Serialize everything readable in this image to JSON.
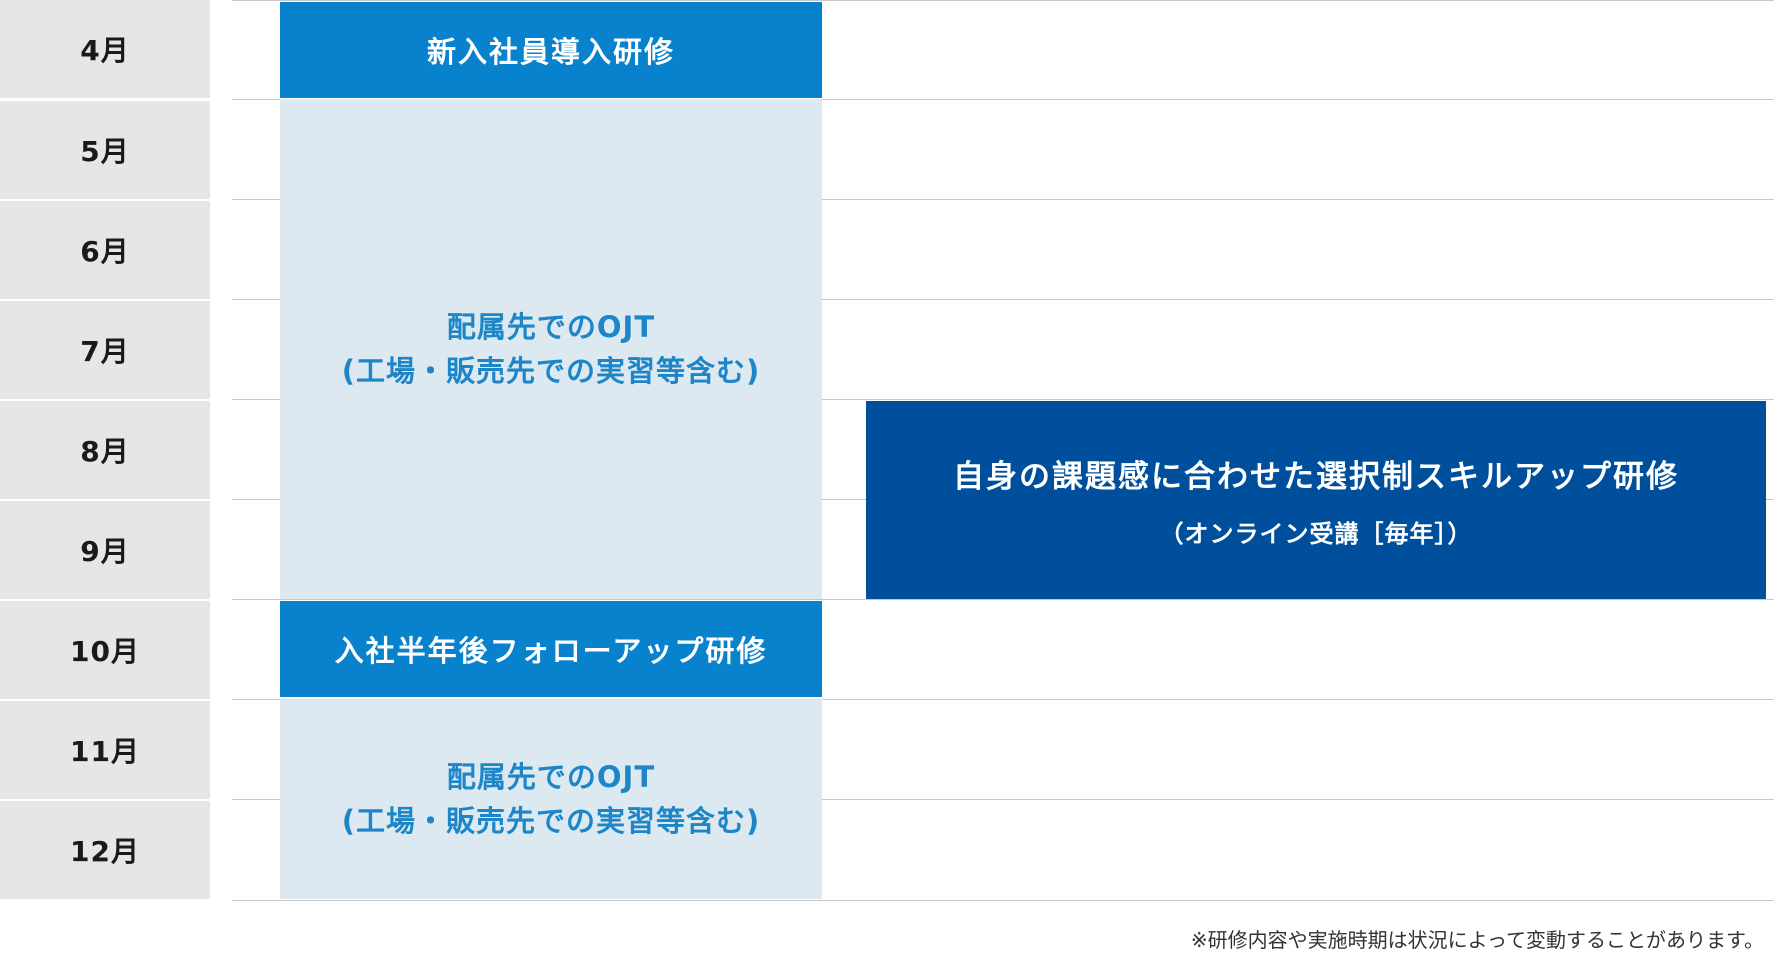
{
  "months": [
    "4月",
    "5月",
    "6月",
    "7月",
    "8月",
    "9月",
    "10月",
    "11月",
    "12月"
  ],
  "blocks": {
    "new_hire_training": "新入社員導入研修",
    "ojt_1_line1": "配属先でのOJT",
    "ojt_1_line2": "(工場・販売先での実習等含む)",
    "followup_training": "入社半年後フォローアップ研修",
    "ojt_2_line1": "配属先でのOJT",
    "ojt_2_line2": "(工場・販売先での実習等含む)",
    "skillup_title": "自身の課題感に合わせた選択制スキルアップ研修",
    "skillup_sub": "（オンライン受講［毎年］）"
  },
  "footnote": "※研修内容や実施時期は状況によって変動することがあります。",
  "colors": {
    "month_bg": "#e6e6e6",
    "training_blue": "#0882cc",
    "ojt_light": "#dde9f1",
    "ojt_text": "#1d86c8",
    "skillup_navy": "#004f9c"
  }
}
